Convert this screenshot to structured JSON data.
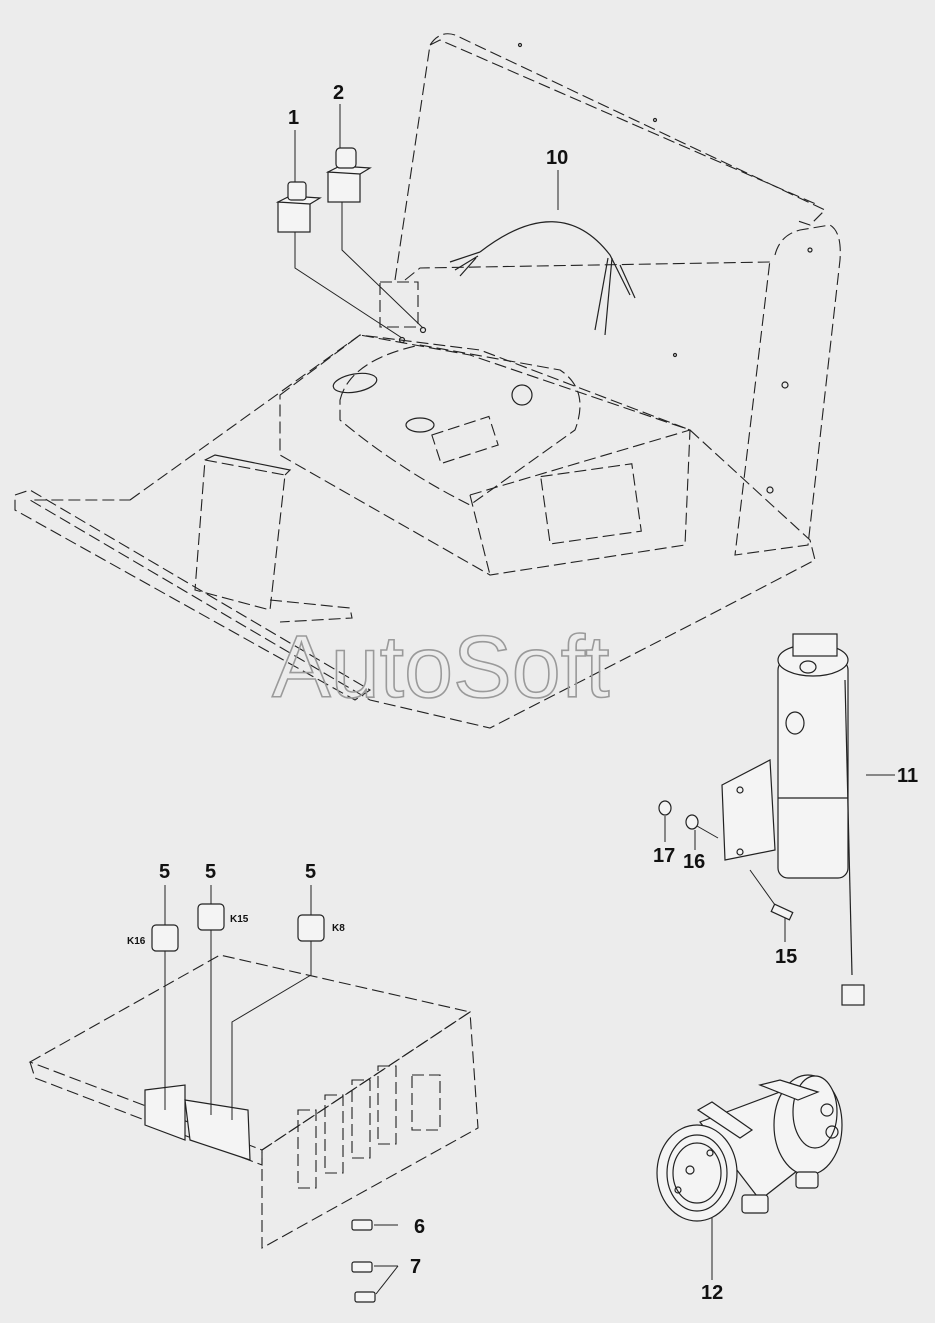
{
  "watermark": "AutoSoft",
  "callouts": {
    "c1": "1",
    "c2": "2",
    "c10": "10",
    "c11": "11",
    "c17": "17",
    "c16": "16",
    "c15": "15",
    "c5a": "5",
    "c5b": "5",
    "c5c": "5",
    "c6": "6",
    "c7": "7",
    "c12": "12"
  },
  "relay_labels": {
    "k16": "K16",
    "k15": "K15",
    "k8": "K8"
  }
}
